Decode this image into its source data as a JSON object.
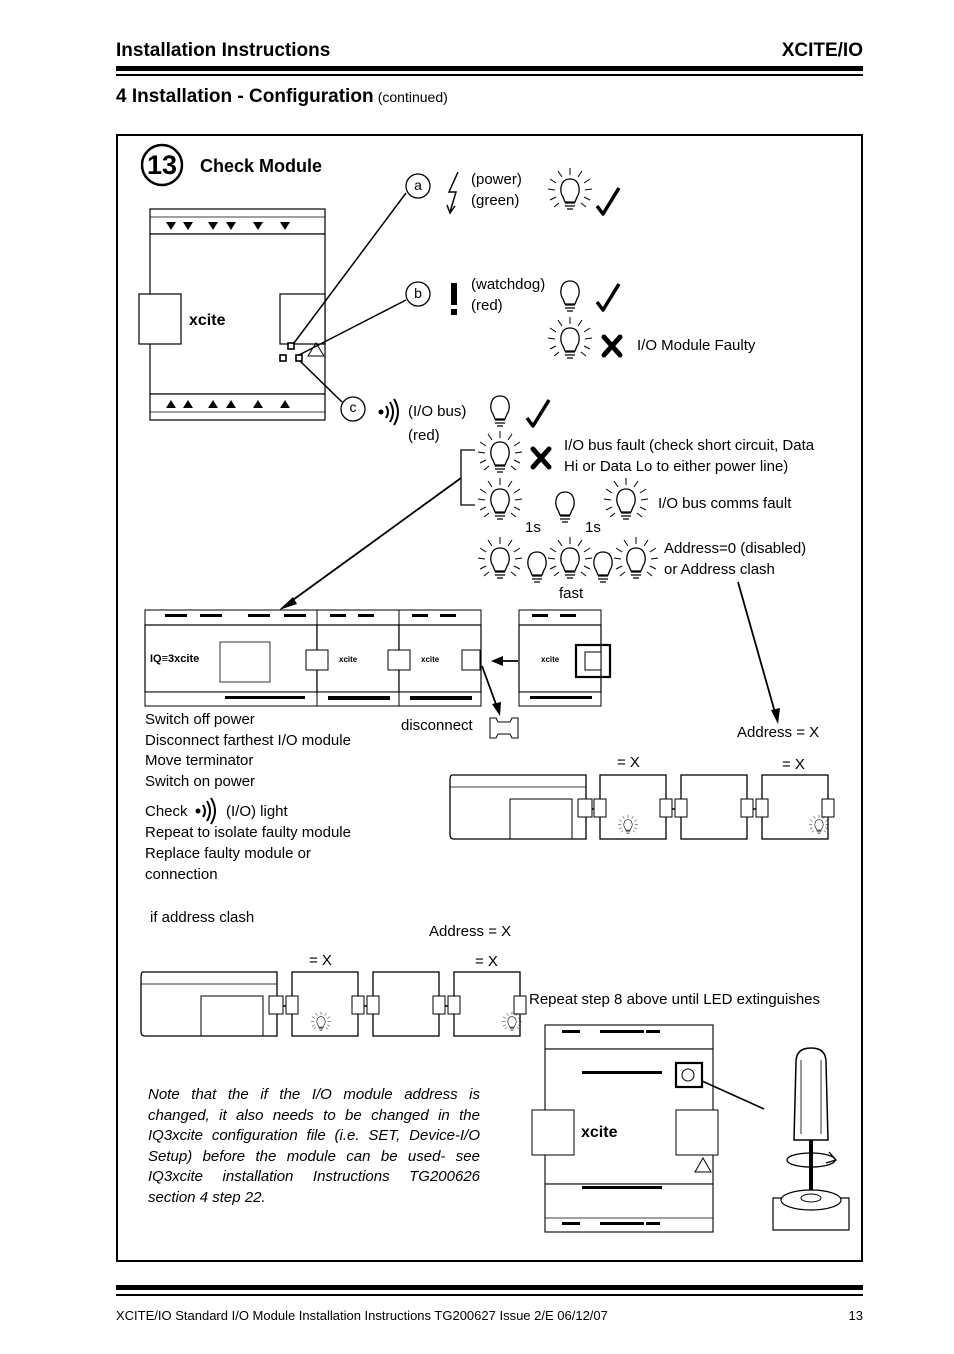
{
  "header": {
    "left": "Installation Instructions",
    "right": "XCITE/IO"
  },
  "section": {
    "title": "4 Installation - Configuration",
    "continued": "(continued)"
  },
  "step": {
    "number": "13",
    "title": "Check Module"
  },
  "module_logo": "xcite",
  "controller_logo": "IQ≡3xcite",
  "callouts": {
    "a": "a",
    "b": "b",
    "c": "c"
  },
  "power": {
    "line1": "(power)",
    "line2": "(green)"
  },
  "watchdog": {
    "line1": "(watchdog)",
    "line2": "(red)",
    "fault": "I/O Module Faulty"
  },
  "iobus": {
    "line1": "(I/O bus)",
    "line2": "(red)",
    "fault_line1": "I/O bus fault (check short circuit, Data",
    "fault_line2": "Hi or Data Lo to either power line)",
    "comms_fault": "I/O bus comms fault",
    "t1": "1s",
    "t2": "1s",
    "addr_line1": "Address=0 (disabled)",
    "addr_line2": "or Address clash",
    "fast": "fast"
  },
  "procedure": {
    "lines": [
      "Switch off power",
      "Disconnect farthest I/O module",
      "Move terminator",
      "Switch on power"
    ],
    "disconnect": "disconnect",
    "check_pre": "Check",
    "check_post": "(I/O) light",
    "lines2": [
      "Repeat to isolate faulty module",
      "Replace faulty module or",
      "connection"
    ]
  },
  "address": {
    "eq_x": "Address = X",
    "mark1": "= X",
    "mark2": "= X",
    "if_clash": "if address clash",
    "eq_x2": "Address = X",
    "mark3": "= X",
    "mark4": "= X",
    "repeat": "Repeat step 8 above until LED extinguishes"
  },
  "note": "Note that the if the I/O module address is changed, it also needs to be changed in the IQ3xcite configuration file (i.e. SET, Device-I/O Setup) before the module can be used- see IQ3xcite installation Instructions TG200626 section 4 step 22.",
  "footer": {
    "left": "XCITE/IO Standard I/O Module  Installation Instructions TG200627 Issue 2/E 06/12/07",
    "right": "13"
  }
}
